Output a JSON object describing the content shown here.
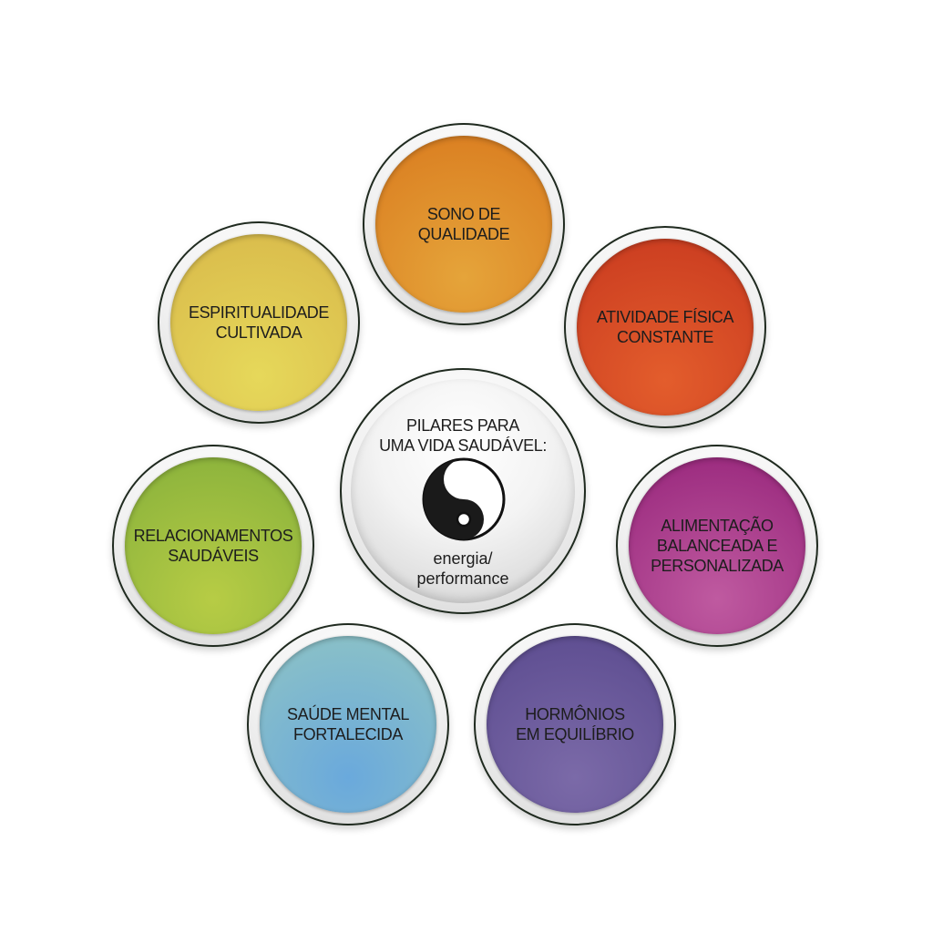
{
  "center": {
    "title": "PILARES PARA\nUMA VIDA SAUDÁVEL:",
    "subtitle": "energia/\nperformance",
    "icon": "yin-yang-icon"
  },
  "pillars": [
    {
      "label": "SONO DE\nQUALIDADE",
      "color_light": "#e5a43a",
      "color_dark": "#d97a1e"
    },
    {
      "label": "ATIVIDADE FÍSICA\nCONSTANTE",
      "color_light": "#e35d2c",
      "color_dark": "#c8391f"
    },
    {
      "label": "ALIMENTAÇÃO\nBALANCEADA E\nPERSONALIZADA",
      "color_light": "#bf5aa0",
      "color_dark": "#96247a"
    },
    {
      "label": "HORMÔNIOS\nEM EQUILÍBRIO",
      "color_light": "#7b6aa8",
      "color_dark": "#5a4a8e"
    },
    {
      "label": "SAÚDE MENTAL\nFORTALECIDA",
      "color_light": "#6aa9dc",
      "color_dark": "#8fc4c4"
    },
    {
      "label": "RELACIONAMENTOS\nSAUDÁVEIS",
      "color_light": "#b7cc45",
      "color_dark": "#86b03b"
    },
    {
      "label": "ESPIRITUALIDADE\nCULTIVADA",
      "color_light": "#e6d85a",
      "color_dark": "#d8b84a"
    }
  ]
}
